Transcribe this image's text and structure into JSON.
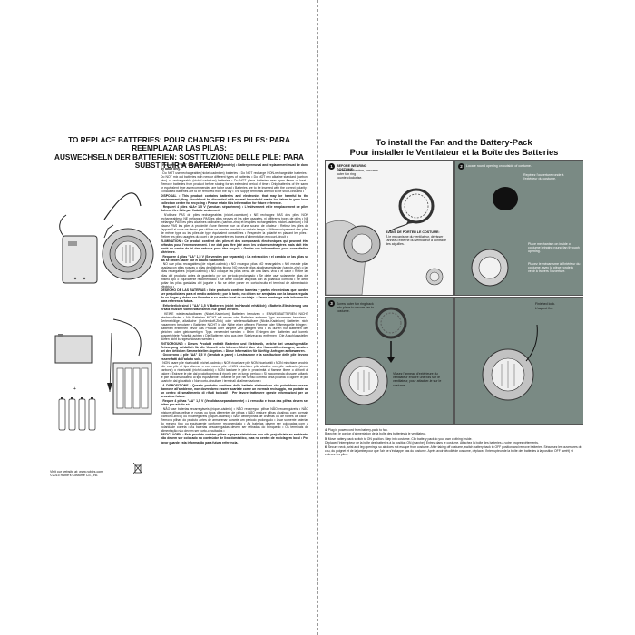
{
  "left": {
    "title": [
      "TO REPLACE BATTERIES: POUR CHANGER LES PILES: PARA REEMPLAZAR LAS PILAS:",
      "AUSWECHSELN DER BATTERIEN: SOSTITUZIONE DELLE PILE: PARA SUBSTITUIR A BATERIA:"
    ],
    "paragraphs": [
      {
        "bold": true,
        "text": "• Requires 4 \"AA\" 1.5 V batteries (Sold separately) • Battery removal and replacement must be done by adult only."
      },
      {
        "bold": false,
        "text": "• Do NOT use rechargeable (nickel-cadmium) batteries • Do NOT recharge NON-rechargeable batteries • Do NOT mix old batteries with new or different types of batteries • Do NOT mix alkaline standard (carbon-zinc) or rechargeable (nickel-cadmium) batteries • Do NOT place batteries near open flame or heat • Remove batteries from product before storing for an extended period of time • Only batteries of the same or equivalent type as recommended are to be used • Batteries are to be inserted with the correct polarity • Exhausted batteries are to be removed from the toy • The supply terminals are not to be short-circuited •"
      },
      {
        "bold": true,
        "text": "DISPOSAL • This product contains batteries and electronics that may be harmful to the environment; they should not be discarded with normal household waste but taken to your local collection centre for recycling • Please retain this information for future reference."
      },
      {
        "bold": true,
        "text": "• Requiert 4 piles «AA» 1,5 V (Vendues séparément) • L'enlèvement et le remplacement de piles doivent être faits par l'adulte seulement."
      },
      {
        "bold": false,
        "text": "• N'utilisez PAS de piles rechargeables (nickel-cadmium) • NE rechargez PAS des piles NON rechargeables • NE mélangez PAS les piles neuves et les piles usagées, ni différents types de piles • NE mélangez PAS les piles alcalines ordinaires (carbon-zinc) et les piles rechargeables (nickel-cadmium) • NE placez PAS les piles à proximité d'une flamme nue ou d'une source de chaleur • Retirez les piles de l'appareil si vous ne devez pas utiliser ce dernier pendant un certain temps • Utiliser uniquement des piles de même type ou les piles de type équivalent conseillées • Respecter la polarité en plaçant les piles • Retirer les piles usagées du jouet • Ne pas mettre les bornes d'alimentation en court-circuit •"
      },
      {
        "bold": true,
        "text": "ELIMINATION • Ce produit contient des piles et des composants électroniques qui peuvent être néfastes pour l'environnement. Il ne doit pas être jeté avec les ordures ménagères mais doit être porté au centre de tri des ordures pour être recyclé • Garder ces informations pour consultation ultérieure."
      },
      {
        "bold": true,
        "text": "• Requiere 4 pilas \"AA\" 1,5 V (Se venden por separado) • La extracción y el cambio de las pilas se las se deben hacer por el adulto solamente."
      },
      {
        "bold": false,
        "text": "• NO use pilas recargables (de níquel-cadmio) • NO recargue pilas NO recargables • NO mezcle pilas usadas con pilas nuevas o pilas de distintos tipos • NO mezcle pilas alcalinas estándar (carbón-zinc) o las pilas recargables (níquel-cadmio) • NO coloque las pilas cerca de una llama viva o el calor • Retire las pilas del producto antes de guardarlo por un período prolongado • Se debe usar solamente pilas del mismo tipo o equivalente recomendado • Se debe colocar las pilas con la polaridad correcta • Se debe quitar las pilas gastadas del juguete • No se debe poner en cortocircuito el terminal de alimentación eléctrica •"
      },
      {
        "bold": true,
        "text": "DESECHO DE LAS BATERIAS • Este producto contiene baterías y partes electrónicas que pueden ser perjudiciales para el medio ambiente; por lo tanto, no deben ser arrojadas con la basura regular de su hogar y deben ser llevadas a su centro local de reciclaje. • Favor mantenga esta información para referencia futura."
      },
      {
        "bold": true,
        "text": "• Erforderlich sind 4 \"AA\" 1,5 V Batterien (nicht im Handel erhältlich) • Batterie-Eliminierung und Ersatz müssen vom Erwachsenen nur getan werden."
      },
      {
        "bold": false,
        "text": "• KEINE wiederaufladbaren (Nickel-Kadmium) Batterien benutzen • EINWEGBATTERIEN NICHT wiederaufladen • Alte Batterien NICHT mit neuen oder Batterien anderen Typs zusammen benutzen • Seriensbölige, alkalische (Kohlenstoff-Zink) oder wiederaufladbare (Nickel-Kadmium) Batterien nicht zusammen benutzen • Batterien NICHT in die Nähe einer offenen Flamme oder Wärmequelle bringen • Batterien entfernen bevor das Produkt über längere Zeit gelagert wird • Es dürfen nur Batterien des gleichen oder gleichwertigen Typs verwendet werden • Beim Einlegen der Batterien auf korrekt ausgerichtete Polarität achten • Die Batterien sind aus dem Spielzeug zu entfernen • Die Anschlussstellen dürfen nicht kurzgeschlossen werden •"
      },
      {
        "bold": true,
        "text": "ENTSORGUNG • Dieses Produkt enthält Batterien und Elektronik, welche bei unsachgemäßer Entsorgung schädlich für die Umwelt sein können. Nicht über den Hausmüll entsorgen, sondern bei den örtlichen Sammelstellen abgeben. • Diese Information für künftige Anfragen aufbewahren."
      },
      {
        "bold": true,
        "text": "• Occorrono 4 pile \"AA\" 1,5 V (Vendute a parte) • L'estrazione e la sostituzione delle pile devono essere fatti dall'adulto solo."
      },
      {
        "bold": false,
        "text": "• NON usare pile ricaricabili (nichel-cadmio) • NON ricaricare pile NON ricaricabili • NON mischiare vecchie pile con pile di tipo diverso o con nuove pile • NON mischiare pile alcaline con pile ordinarie (zinco-carbone) o ricaricabili (nichel-cadmio) • NON lasciare le pile in prossimità di fiamme libere o di fonti di calore • Estrarre le pile dal prodotto prima di riporlo per un lungo periodo • Si raccomanda di usare soltanto le pile raccomandate o di tipo equivalente • Inserire le pile nel senso corretto della polarità • Togliere le pile scariche dal giocattolo • Non corto-circuitare i terminali di alimentazione •"
      },
      {
        "bold": true,
        "text": "LA DISPOSIZIONE • Questo prodotto contiene delle batterie elettroniche che potrebbero essere dannose all'ambiente, non dovrebbero essere scartate come un normale recisaggio, ma portate ad un centro di smaltimento di rifiuti toxicati! • Per favore trattenere queste informazioni per un prossimo futuro."
      },
      {
        "bold": true,
        "text": "• Requer 4 pilhas \"AA\" 1,5 V (Vendidas separadamente) • A remoção e troca das pilhas devem ser feitas por adulto só."
      },
      {
        "bold": false,
        "text": "• NÃO use baterias recarregáveis (níquel-cádmio) • NÃO recarregue pilhas NÃO recarregáveis • NÃO misture pilhas velhas e novas ou tipos diferentes de pilhas • NÃO misture pilhas alcalinas com normais (carbono-zinco) ou recarregáveis (níquel-cádmio) • NÃO deixe pilhas de chamas ou de fontes de calor • Remova pilhas do produto antes de armazenar durante um período prolongado • Usar somente baterias do mesmo tipo ou equivalente conforme recomendado • As baterias devem ser colocadas com a polaridade correta • As baterias descarregadas devem ser retiradas do brinquedo • Os terminais de alimentação não devem ser curto-circuitados •"
      },
      {
        "bold": true,
        "text": "RECICLAGEM • Este produto contém pilhas e peças eletrônicas que são prejudiciais ao ambiente; não devem ser colocado no conteúdor de lixo doméstico, mas no centro de reciclagem local • Por favor guarde esta informação para futura referência."
      }
    ],
    "footer": [
      "Visit our website at: www.rubies.com",
      "©2015 Rubie's Costume Co., Inc."
    ],
    "battery_label": "+"
  },
  "right": {
    "title": [
      "To install the Fan and the Battery-Pack",
      "Pour installer le Ventilateur et la Boîte des Batteries"
    ],
    "panels": {
      "p1": {
        "number": "1",
        "caption_en": "BEFORE WEARING COSTUME:",
        "caption_en_body": "On fan mechanism, unscrew outer fan ring counterclockwise.",
        "caption_fr": "AVANT DE PORTER LE COSTUME:",
        "caption_fr_body": "À le mécanisme du ventilateur, dévisser l'anneau externe du ventilateur à contraire des aiguilles."
      },
      "p2": {
        "number": "2",
        "caption_en": "Locate round opening on outside of costume.",
        "caption_fr": "Repérez l'ouverture ronde à l'extérieur du costume.",
        "caption_en2": "Place mechanism on inside of costume bringing round fan through opening.",
        "caption_fr2": "Placez le mécanisme à l'intérieur du costume, avec la pièce ronde à venir à travers l'ouverture."
      },
      "p3": {
        "number": "3",
        "caption_en": "Screw outer fan ring back into place to secure fan to costume.",
        "caption_fr": "Vissez l'anneau d'extérieure du ventilateur encore une fois sur le ventilateur, pour attacher-le sur le costume."
      },
      "p3b": {
        "caption_en": "Finished look.",
        "caption_fr": "L'aspect fini."
      }
    },
    "steps": [
      {
        "n": "4.",
        "en": "Plug in power cord from battery-pack to fan.",
        "fr": "Branchez le cordon d'alimentation de la boîte des batteries à le ventilateur."
      },
      {
        "n": "5.",
        "en": "Move battery-pack switch to ON position. Step into costume. Clip battery pack to your own clothing inside.",
        "fr": "Déplacer l'interrupteur de la boîte des batteries à la position ON (marche). Entrez dans le costume. Attachez la boîte des batteries à votre propres vêtements."
      },
      {
        "n": "6.",
        "en": "Secure neck, wrist and leg openings so air does not escape from costume. After taking off costume, switch battery back to OFF position and remove batteries. Sécurisez les ouvertures du cou, du poignet et de la jambe pour que l'air ne s'échappe pas du costume. Après avoir décollé de costume, déplacez l'interrupteur de la boîte des batteries à la position OFF (arrêt) et enlevez les piles.",
        "fr": ""
      }
    ]
  }
}
